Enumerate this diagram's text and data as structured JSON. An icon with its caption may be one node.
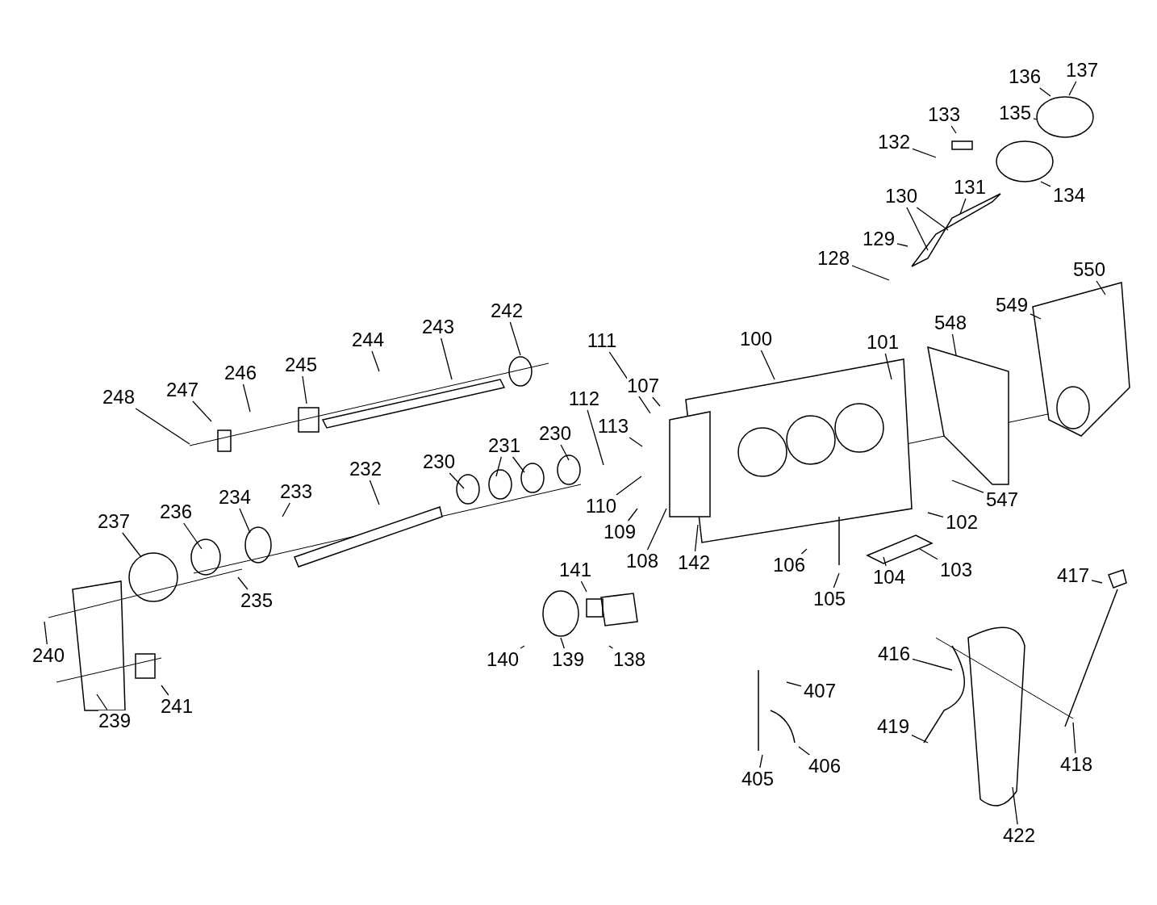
{
  "diagram": {
    "nodes": [
      {
        "text": [
          "137"
        ]
      },
      {
        "text": [
          "136"
        ]
      },
      {
        "text": [
          "133"
        ]
      },
      {
        "text": [
          "135"
        ]
      },
      {
        "text": [
          "132"
        ]
      },
      {
        "text": [
          "131"
        ]
      },
      {
        "text": [
          "130"
        ]
      },
      {
        "text": [
          "134"
        ]
      },
      {
        "text": [
          "129"
        ]
      },
      {
        "text": [
          "128"
        ]
      },
      {
        "text": [
          "550"
        ]
      },
      {
        "text": [
          "549"
        ]
      },
      {
        "text": [
          "242"
        ]
      },
      {
        "text": [
          "548"
        ]
      },
      {
        "text": [
          "243"
        ]
      },
      {
        "text": [
          "100"
        ]
      },
      {
        "text": [
          "244"
        ]
      },
      {
        "text": [
          "111"
        ]
      },
      {
        "text": [
          "101"
        ]
      },
      {
        "text": [
          "245"
        ]
      },
      {
        "text": [
          "246"
        ]
      },
      {
        "text": [
          "107"
        ]
      },
      {
        "text": [
          "247"
        ]
      },
      {
        "text": [
          "248"
        ]
      },
      {
        "text": [
          "112"
        ]
      },
      {
        "text": [
          "113"
        ]
      },
      {
        "text": [
          "230"
        ]
      },
      {
        "text": [
          "231"
        ]
      },
      {
        "text": [
          "230"
        ]
      },
      {
        "text": [
          "232"
        ]
      },
      {
        "text": [
          "233"
        ]
      },
      {
        "text": [
          "234"
        ]
      },
      {
        "text": [
          "547"
        ]
      },
      {
        "text": [
          "110"
        ]
      },
      {
        "text": [
          "236"
        ]
      },
      {
        "text": [
          "237"
        ]
      },
      {
        "text": [
          "102"
        ]
      },
      {
        "text": [
          "109"
        ]
      },
      {
        "text": [
          "108"
        ]
      },
      {
        "text": [
          "142"
        ]
      },
      {
        "text": [
          "106"
        ]
      },
      {
        "text": [
          "141"
        ]
      },
      {
        "text": [
          "103"
        ]
      },
      {
        "text": [
          "417"
        ]
      },
      {
        "text": [
          "104"
        ]
      },
      {
        "text": [
          "105"
        ]
      },
      {
        "text": [
          "235"
        ]
      },
      {
        "text": [
          "416"
        ]
      },
      {
        "text": [
          "240"
        ]
      },
      {
        "text": [
          "140"
        ]
      },
      {
        "text": [
          "139"
        ]
      },
      {
        "text": [
          "138"
        ]
      },
      {
        "text": [
          "407"
        ]
      },
      {
        "text": [
          "241"
        ]
      },
      {
        "text": [
          "239"
        ]
      },
      {
        "text": [
          "419"
        ]
      },
      {
        "text": [
          "418"
        ]
      },
      {
        "text": [
          "406"
        ]
      },
      {
        "text": [
          "405"
        ]
      },
      {
        "text": [
          "422"
        ]
      }
    ],
    "edges": [
      {
        "from": 0,
        "to": null,
        "arrow": "none"
      },
      {
        "from": 1,
        "to": null,
        "arrow": "none"
      },
      {
        "from": 2,
        "to": null,
        "arrow": "none"
      },
      {
        "from": 3,
        "to": null,
        "arrow": "none"
      },
      {
        "from": 4,
        "to": null,
        "arrow": "none"
      },
      {
        "from": 5,
        "to": null,
        "arrow": "none"
      },
      {
        "from": 6,
        "to": null,
        "arrow": "none"
      },
      {
        "from": 6,
        "to": null,
        "arrow": "none"
      },
      {
        "from": 7,
        "to": null,
        "arrow": "none"
      },
      {
        "from": 8,
        "to": null,
        "arrow": "none"
      },
      {
        "from": 9,
        "to": null,
        "arrow": "none"
      },
      {
        "from": 10,
        "to": null,
        "arrow": "none"
      },
      {
        "from": 11,
        "to": null,
        "arrow": "none"
      },
      {
        "from": 12,
        "to": null,
        "arrow": "none"
      },
      {
        "from": 13,
        "to": null,
        "arrow": "none"
      },
      {
        "from": 14,
        "to": null,
        "arrow": "none"
      },
      {
        "from": 15,
        "to": null,
        "arrow": "none"
      },
      {
        "from": 16,
        "to": null,
        "arrow": "none"
      },
      {
        "from": 17,
        "to": null,
        "arrow": "none"
      },
      {
        "from": 18,
        "to": null,
        "arrow": "none"
      },
      {
        "from": 19,
        "to": null,
        "arrow": "none"
      },
      {
        "from": 20,
        "to": null,
        "arrow": "none"
      },
      {
        "from": 21,
        "to": null,
        "arrow": "none"
      },
      {
        "from": 22,
        "to": null,
        "arrow": "none"
      },
      {
        "from": 23,
        "to": null,
        "arrow": "none"
      },
      {
        "from": 24,
        "to": null,
        "arrow": "none"
      },
      {
        "from": 25,
        "to": null,
        "arrow": "none"
      },
      {
        "from": 26,
        "to": null,
        "arrow": "none"
      },
      {
        "from": 27,
        "to": null,
        "arrow": "none"
      },
      {
        "from": 27,
        "to": null,
        "arrow": "none"
      },
      {
        "from": 28,
        "to": null,
        "arrow": "none"
      },
      {
        "from": 29,
        "to": null,
        "arrow": "none"
      },
      {
        "from": 30,
        "to": null,
        "arrow": "none"
      },
      {
        "from": 31,
        "to": null,
        "arrow": "none"
      },
      {
        "from": 32,
        "to": null,
        "arrow": "none"
      },
      {
        "from": 33,
        "to": null,
        "arrow": "none"
      },
      {
        "from": 34,
        "to": null,
        "arrow": "none"
      },
      {
        "from": 35,
        "to": null,
        "arrow": "none"
      },
      {
        "from": 36,
        "to": null,
        "arrow": "none"
      },
      {
        "from": 37,
        "to": null,
        "arrow": "none"
      },
      {
        "from": 38,
        "to": null,
        "arrow": "none"
      },
      {
        "from": 39,
        "to": null,
        "arrow": "none"
      },
      {
        "from": 40,
        "to": null,
        "arrow": "none"
      },
      {
        "from": 41,
        "to": null,
        "arrow": "none"
      },
      {
        "from": 42,
        "to": null,
        "arrow": "none"
      },
      {
        "from": 43,
        "to": null,
        "arrow": "none"
      },
      {
        "from": 44,
        "to": null,
        "arrow": "none"
      },
      {
        "from": 45,
        "to": null,
        "arrow": "none"
      },
      {
        "from": 46,
        "to": null,
        "arrow": "none"
      },
      {
        "from": 47,
        "to": null,
        "arrow": "none"
      },
      {
        "from": 48,
        "to": null,
        "arrow": "none"
      },
      {
        "from": 49,
        "to": null,
        "arrow": "none"
      },
      {
        "from": 50,
        "to": null,
        "arrow": "none"
      },
      {
        "from": 51,
        "to": null,
        "arrow": "none"
      },
      {
        "from": 52,
        "to": null,
        "arrow": "none"
      },
      {
        "from": 53,
        "to": null,
        "arrow": "none"
      },
      {
        "from": 54,
        "to": null,
        "arrow": "none"
      },
      {
        "from": 55,
        "to": null,
        "arrow": "none"
      },
      {
        "from": 56,
        "to": null,
        "arrow": "none"
      },
      {
        "from": 57,
        "to": null,
        "arrow": "none"
      },
      {
        "from": 58,
        "to": null,
        "arrow": "none"
      },
      {
        "from": 59,
        "to": null,
        "arrow": "none"
      }
    ]
  }
}
